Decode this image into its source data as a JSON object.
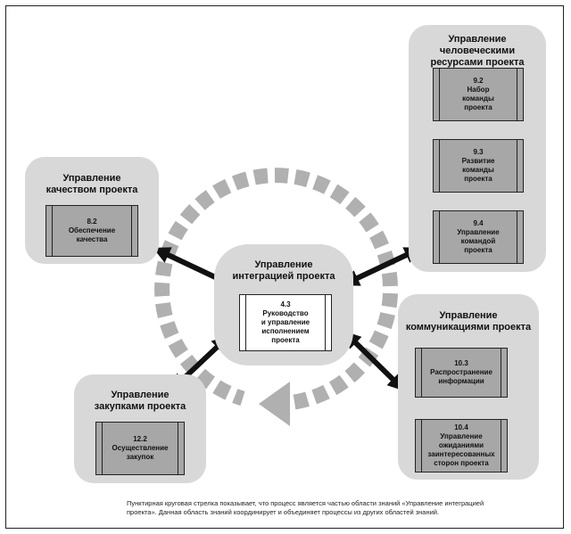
{
  "groups": {
    "hr": {
      "title": "Управление\nчеловеческими\nресурсами проекта",
      "processes": [
        {
          "num": "9.2",
          "label": "Набор\nкоманды\nпроекта"
        },
        {
          "num": "9.3",
          "label": "Развитие\nкоманды\nпроекта"
        },
        {
          "num": "9.4",
          "label": "Управление\nкомандой\nпроекта"
        }
      ]
    },
    "quality": {
      "title": "Управление\nкачеством проекта",
      "processes": [
        {
          "num": "8.2",
          "label": "Обеспечение\nкачества"
        }
      ]
    },
    "integration": {
      "title": "Управление\nинтеграцией проекта",
      "processes": [
        {
          "num": "4.3",
          "label": "Руководство\nи управление\nисполнением\nпроекта"
        }
      ]
    },
    "communications": {
      "title": "Управление\nкоммуникациями проекта",
      "processes": [
        {
          "num": "10.3",
          "label": "Распространение\nинформации"
        },
        {
          "num": "10.4",
          "label": "Управление\nожиданиями\nзаинтересованных\nсторон проекта"
        }
      ]
    },
    "procurement": {
      "title": "Управление\nзакупками проекта",
      "processes": [
        {
          "num": "12.2",
          "label": "Осуществление\nзакупок"
        }
      ]
    }
  },
  "caption": "Пунктирная круговая стрелка показывает, что процесс является частью области знаний «Управление интеграцией проекта». Данная область знаний координирует и объединяет процессы из других областей знаний.",
  "colors": {
    "group_fill": "#d8d8d8",
    "process_fill": "#a7a7a7",
    "dashed_circle": "#b0b0b0",
    "arrow": "#111111"
  }
}
